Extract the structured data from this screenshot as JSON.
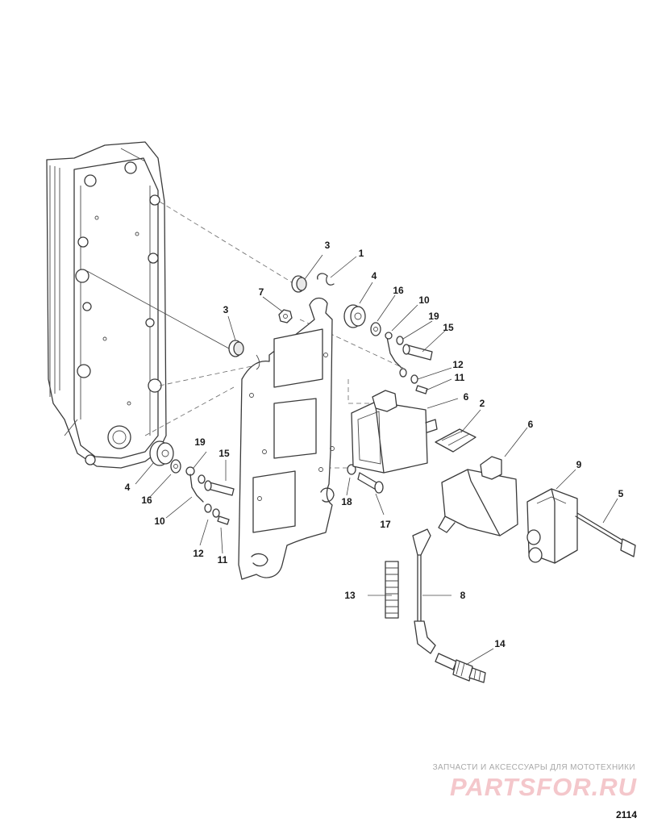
{
  "diagram": {
    "callouts": [
      {
        "id": "c1",
        "label": "1"
      },
      {
        "id": "c2",
        "label": "2"
      },
      {
        "id": "c3a",
        "label": "3"
      },
      {
        "id": "c3b",
        "label": "3"
      },
      {
        "id": "c4a",
        "label": "4"
      },
      {
        "id": "c4b",
        "label": "4"
      },
      {
        "id": "c5",
        "label": "5"
      },
      {
        "id": "c6a",
        "label": "6"
      },
      {
        "id": "c6b",
        "label": "6"
      },
      {
        "id": "c7",
        "label": "7"
      },
      {
        "id": "c8",
        "label": "8"
      },
      {
        "id": "c9",
        "label": "9"
      },
      {
        "id": "c10a",
        "label": "10"
      },
      {
        "id": "c10b",
        "label": "10"
      },
      {
        "id": "c11a",
        "label": "11"
      },
      {
        "id": "c11b",
        "label": "11"
      },
      {
        "id": "c12a",
        "label": "12"
      },
      {
        "id": "c12b",
        "label": "12"
      },
      {
        "id": "c13",
        "label": "13"
      },
      {
        "id": "c14",
        "label": "14"
      },
      {
        "id": "c15a",
        "label": "15"
      },
      {
        "id": "c15b",
        "label": "15"
      },
      {
        "id": "c16a",
        "label": "16"
      },
      {
        "id": "c16b",
        "label": "16"
      },
      {
        "id": "c17",
        "label": "17"
      },
      {
        "id": "c18",
        "label": "18"
      },
      {
        "id": "c19a",
        "label": "19"
      },
      {
        "id": "c19b",
        "label": "19"
      }
    ],
    "figure_number": "2114"
  },
  "watermark": {
    "tagline": "ЗАПЧАСТИ И АКСЕССУАРЫ ДЛЯ МОТОТЕХНИКИ",
    "logo_text": "PARTSFOR.RU",
    "logo_color": "#e8505b"
  }
}
